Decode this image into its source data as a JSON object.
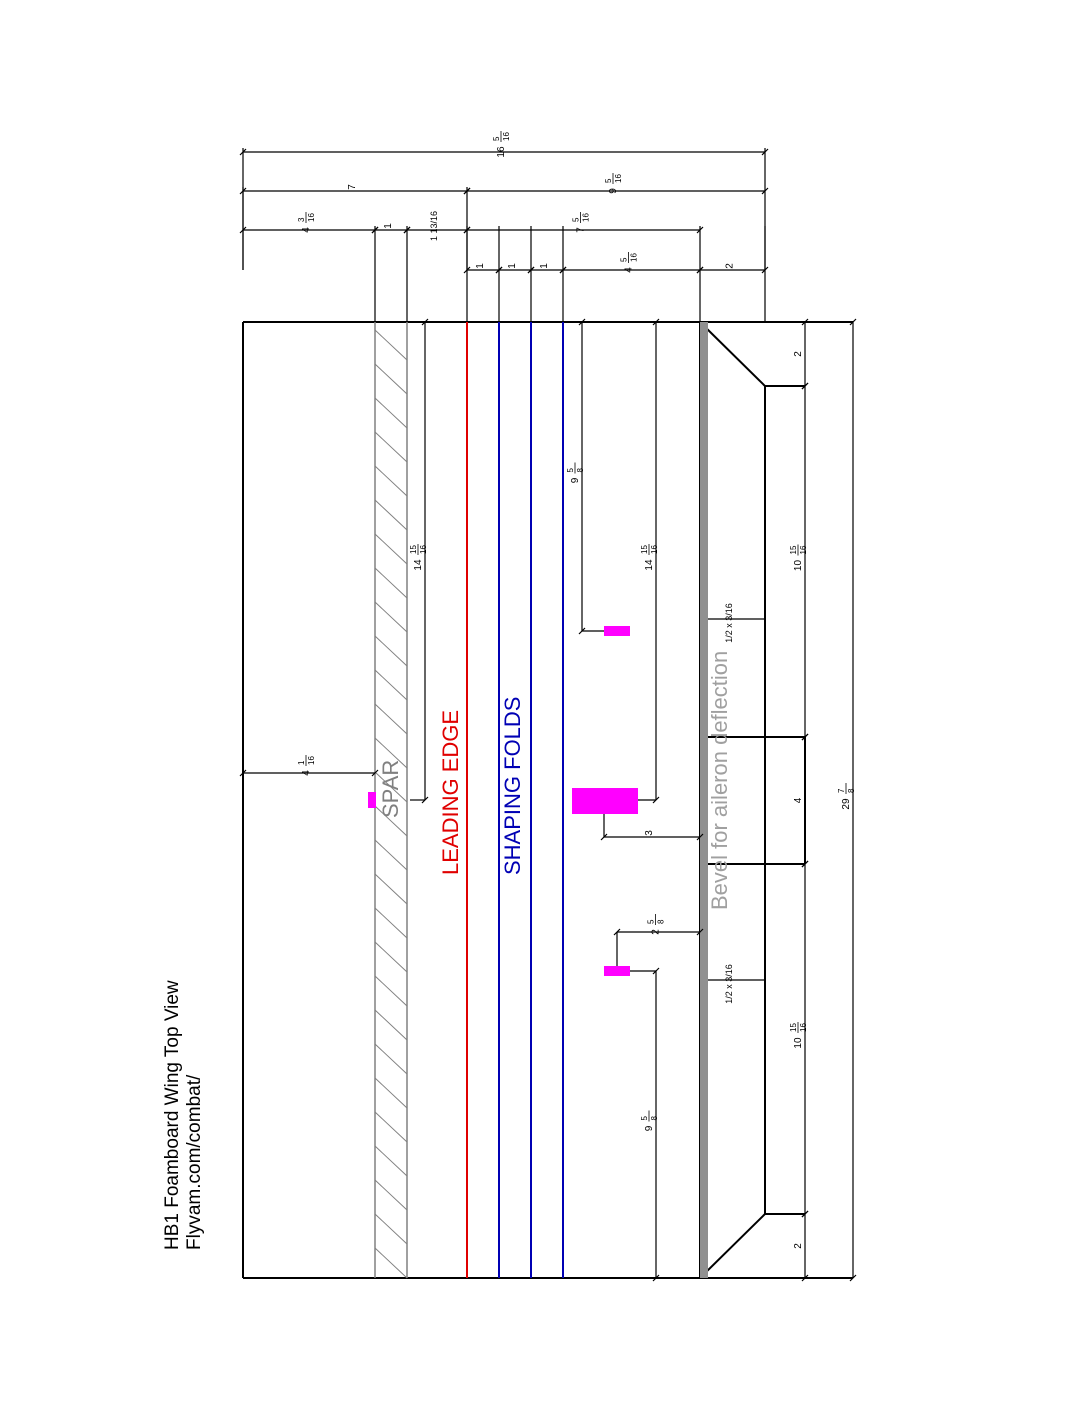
{
  "title": {
    "line1": "HB1 Foamboard Wing Top View",
    "line2": "Flyvam.com/combat/"
  },
  "labels": {
    "spar": "SPAR",
    "leading_edge": "LEADING EDGE",
    "shaping_folds": "SHAPING FOLDS",
    "bevel": "Bevel for aileron deflection"
  },
  "colors": {
    "line": "#000000",
    "spar": "#808080",
    "leading_edge": "#e00000",
    "shaping_folds": "#0000b4",
    "bevel": "#a0a0a0",
    "servo": "#ff00ff",
    "bevel_strip": "#909090"
  },
  "dimensions": {
    "overall_depth": {
      "whole": "16",
      "num": "5",
      "den": "16"
    },
    "front_section": {
      "whole": "7"
    },
    "rear_section": {
      "whole": "9",
      "num": "5",
      "den": "16"
    },
    "to_spar": {
      "whole": "4",
      "num": "3",
      "den": "16"
    },
    "spar_width": {
      "whole": "1"
    },
    "spar_to_le": {
      "text": "1 13/16"
    },
    "le_to_te": {
      "whole": "7",
      "num": "5",
      "den": "16"
    },
    "fold_1": {
      "whole": "1"
    },
    "fold_2": {
      "whole": "1"
    },
    "fold_3": {
      "whole": "1"
    },
    "folds_to_te": {
      "whole": "4",
      "num": "5",
      "den": "16"
    },
    "aileron_chord": {
      "whole": "2"
    },
    "spar_length": {
      "whole": "14",
      "num": "15",
      "den": "16"
    },
    "servo_offset_1": {
      "whole": "9",
      "num": "5",
      "den": "8"
    },
    "servo_offset_2": {
      "whole": "14",
      "num": "15",
      "den": "16"
    },
    "servo_offset_3": {
      "whole": "9",
      "num": "5",
      "den": "8"
    },
    "servo_to_spar": {
      "whole": "4",
      "num": "1",
      "den": "16"
    },
    "servo_depth": {
      "whole": "3"
    },
    "servo_gap": {
      "whole": "2",
      "num": "5",
      "den": "8"
    },
    "bevel_width_1": {
      "text": "1/2 x 3/16"
    },
    "bevel_width_2": {
      "text": "1/2 x 3/16"
    },
    "aileron_tip_1": {
      "whole": "2"
    },
    "aileron_1": {
      "whole": "10",
      "num": "15",
      "den": "16"
    },
    "center_cut": {
      "whole": "4"
    },
    "aileron_2": {
      "whole": "10",
      "num": "15",
      "den": "16"
    },
    "aileron_tip_2": {
      "whole": "2"
    },
    "span": {
      "whole": "29",
      "num": "7",
      "den": "8"
    }
  }
}
